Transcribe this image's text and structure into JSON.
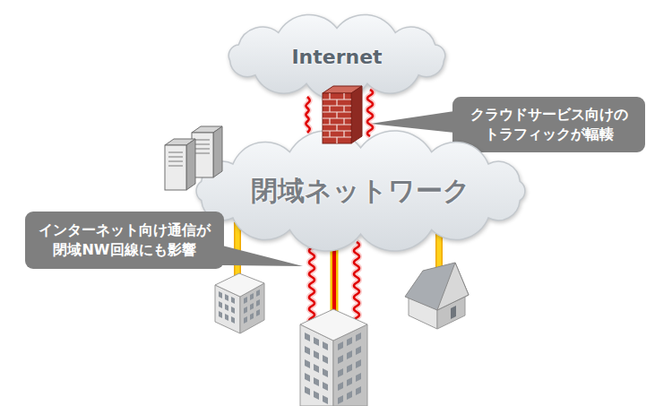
{
  "diagram": {
    "nodes": [
      {
        "text": [
          "Internet"
        ]
      },
      {
        "text": [
          "クラウドサービス向けの トラフィックが輻輳"
        ]
      },
      {
        "text": [
          "閉域ネットワーク"
        ]
      },
      {
        "text": [
          "インターネット向け通信が 閉域NW回線にも影響"
        ]
      }
    ],
    "edges": [
      {
        "from": 0,
        "to": 2,
        "arrow": "none"
      }
    ]
  }
}
